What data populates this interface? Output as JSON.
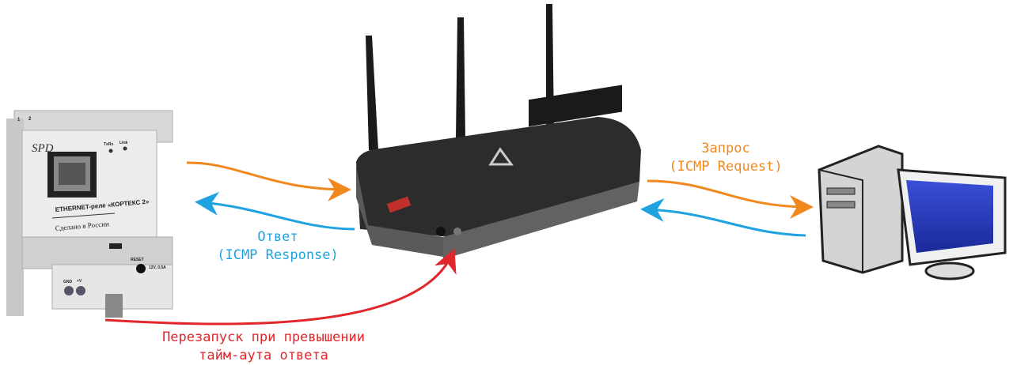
{
  "colors": {
    "request": "#f0881e",
    "response": "#1ea3e0",
    "restart": "#e1262c"
  },
  "relay": {
    "brand": "SPD",
    "terminal_1": "1",
    "terminal_2": "2",
    "led_txrx": "TxRx",
    "led_link": "Link",
    "model": "ETHERNET-реле «КОРТЕКС 2»",
    "made_in": "Сделано в России",
    "reset": "RESET",
    "power": "12V, 0.5A",
    "gnd": "GND",
    "plus_v": "+V"
  },
  "labels": {
    "request_line1": "Запрос",
    "request_line2": "(ICMP Request)",
    "response_line1": "Ответ",
    "response_line2": "(ICMP Response)",
    "restart_line1": "Перезапуск при превышении",
    "restart_line2": "тайм-аута ответа"
  }
}
